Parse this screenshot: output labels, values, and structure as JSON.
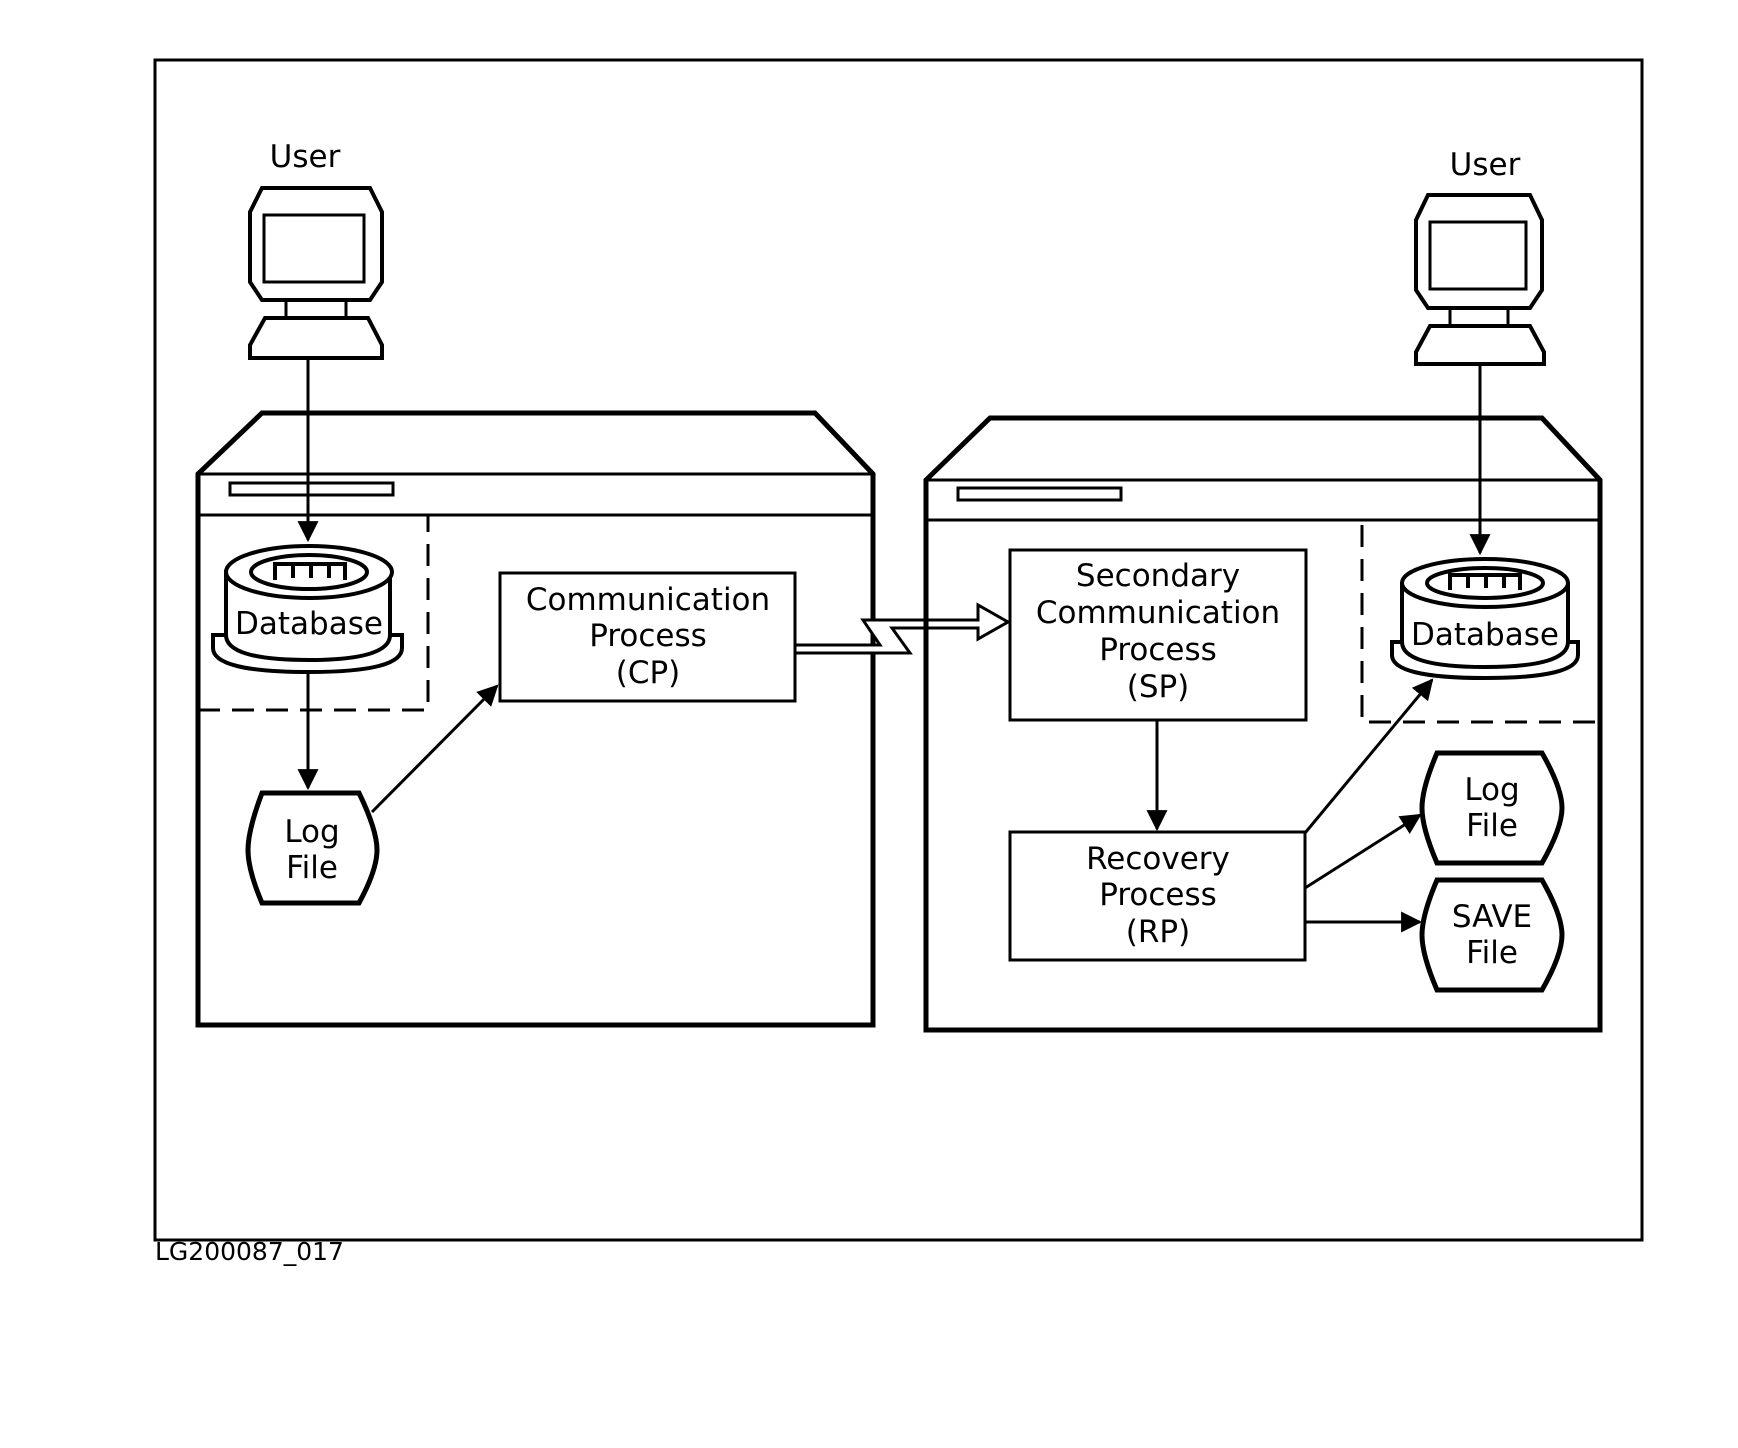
{
  "figure_id": "LG200087_017",
  "left_system": {
    "user_label": "User",
    "database_label": "Database",
    "log_file_label": [
      "Log",
      "File"
    ],
    "cp_label": [
      "Communication",
      "Process",
      "(CP)"
    ]
  },
  "right_system": {
    "user_label": "User",
    "database_label": "Database",
    "sp_label": [
      "Secondary",
      "Communication",
      "Process",
      "(SP)"
    ],
    "rp_label": [
      "Recovery",
      "Process",
      "(RP)"
    ],
    "log_file_label": [
      "Log",
      "File"
    ],
    "save_file_label": [
      "SAVE",
      "File"
    ]
  },
  "icons": [
    "terminal-icon",
    "database-icon",
    "log-file-icon",
    "save-file-icon",
    "network-link-icon"
  ],
  "colors": {
    "ink": "#000000",
    "paper": "#ffffff"
  }
}
